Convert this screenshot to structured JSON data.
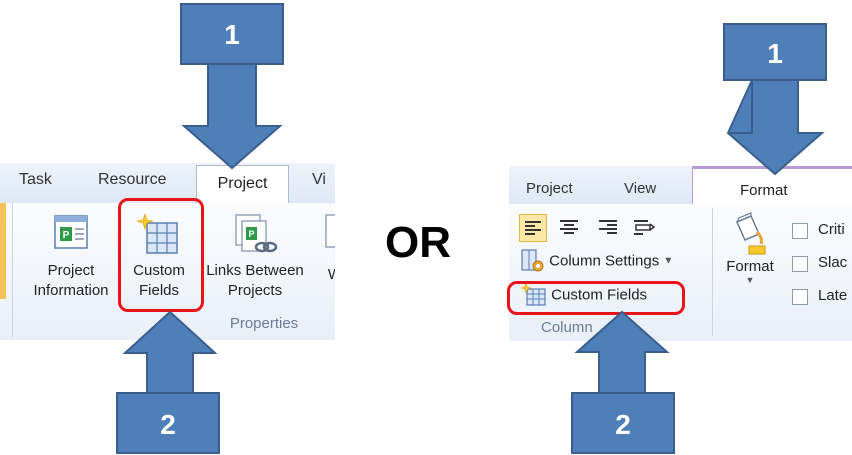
{
  "left_ribbon": {
    "tabs": [
      {
        "label": "Task"
      },
      {
        "label": "Resource"
      },
      {
        "label": "Project"
      },
      {
        "label": "Vi"
      }
    ],
    "buttons": {
      "project_information": "Project\nInformation",
      "custom_fields": "Custom\nFields",
      "links_between_projects": "Links Between\nProjects",
      "partial": "W"
    },
    "group_label": "Properties"
  },
  "or_text": "OR",
  "right_ribbon": {
    "tabs": [
      {
        "label": "Project"
      },
      {
        "label": "View"
      },
      {
        "label": "Format"
      }
    ],
    "column_settings": "Column Settings",
    "custom_fields": "Custom Fields",
    "format_button": "Format",
    "group_label": "Column",
    "checkboxes": [
      "Criti",
      "Slac",
      "Late"
    ]
  },
  "arrows": {
    "left_top": "1",
    "left_bottom": "2",
    "right_top": "1",
    "right_bottom": "2"
  },
  "colors": {
    "arrow_fill": "#4f7fb9",
    "arrow_stroke": "#3a5f8c",
    "highlight": "#e8141a"
  }
}
